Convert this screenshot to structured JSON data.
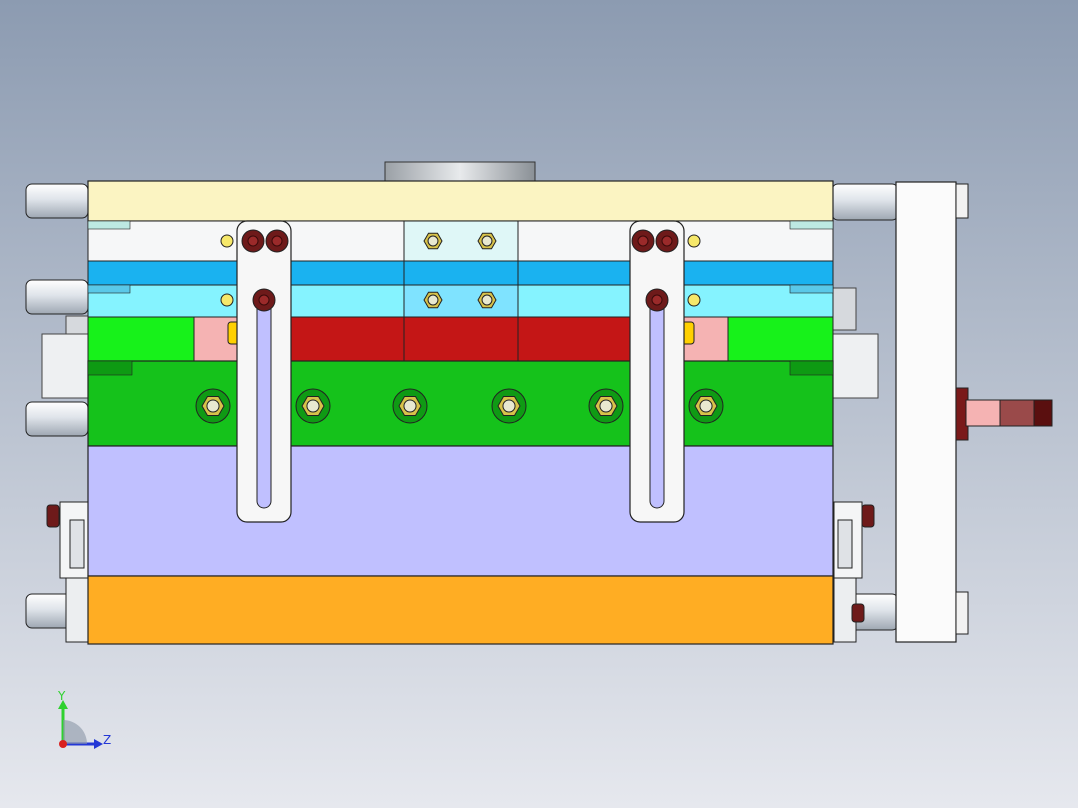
{
  "viewport": {
    "background_top": "#8c9bb1",
    "background_bottom": "#e6e8ee"
  },
  "colors": {
    "top_clamp_plate": "#fbf4c2",
    "stripper_plate_white": "#f6f7f8",
    "blue_plate": "#1ab2f0",
    "cyan_plate": "#85f3ff",
    "red_cavity": "#c41616",
    "bright_green": "#17f21a",
    "green_plate": "#15c21b",
    "lavender_block": "#c0c0ff",
    "orange_base": "#ffad23",
    "light_pink": "#f5b3b3",
    "bolt_brass": "#d7c24a",
    "bolt_dark_red": "#6e1a1a",
    "cylinder_gray": "#d8dde3",
    "side_plate_white": "#fbfbfb",
    "outline": "#1c1c1c"
  },
  "axis_triad": {
    "labels": {
      "y": "Y",
      "z": "Z"
    },
    "colors": {
      "y": "#2fd12f",
      "z": "#2337d6",
      "x": "#d92020"
    }
  },
  "parts": {
    "guide_pins": "guide-pin",
    "bolts": "socket-head-bolt",
    "nuts": "hex-nut"
  }
}
